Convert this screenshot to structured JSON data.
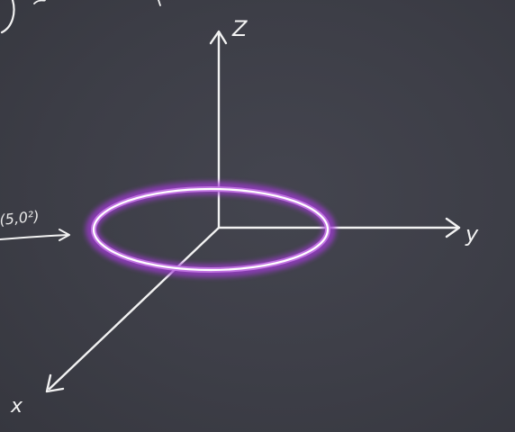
{
  "axes": {
    "z_label": "Z",
    "y_label": "y",
    "x_label": "x"
  },
  "annotation": {
    "text": "(5,0²)"
  },
  "colors": {
    "board": "#3e3f48",
    "chalk": "#f2f2f2",
    "ring_glow": "#a23bd6",
    "ring_core": "#ffffff"
  }
}
